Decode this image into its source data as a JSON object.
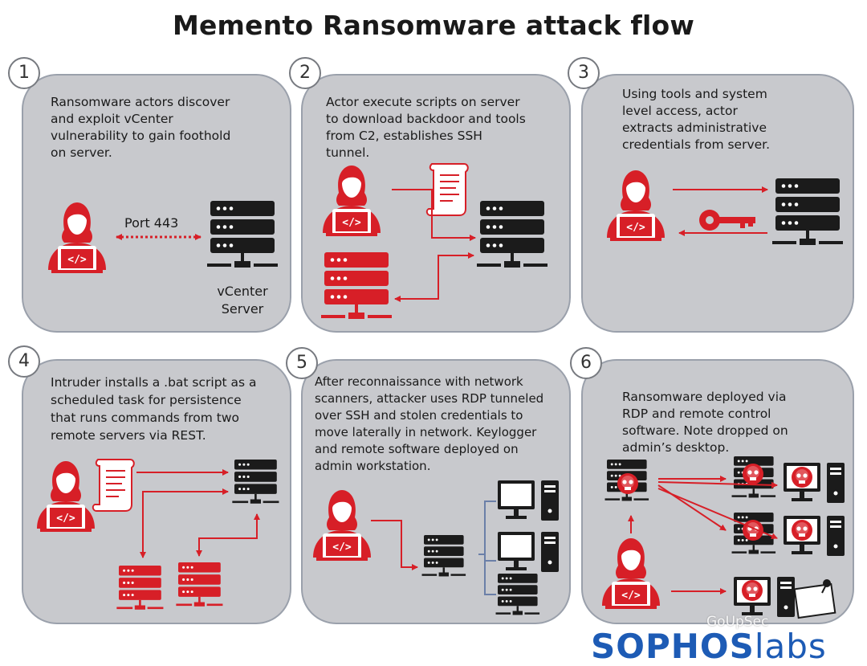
{
  "title": "Memento Ransomware attack flow",
  "colors": {
    "panel": "#c8c9cd",
    "accent": "#d71f27",
    "dark": "#1b1b1b",
    "brand": "#1d5bb5"
  },
  "steps": [
    {
      "number": "1",
      "text": "Ransomware actors discover\nand exploit vCenter\nvulnerability to gain foothold\non server.",
      "port_label": "Port 443",
      "server_label": "vCenter\nServer"
    },
    {
      "number": "2",
      "text": "Actor execute scripts on server\nto download backdoor and tools\nfrom C2, establishes SSH\ntunnel."
    },
    {
      "number": "3",
      "text": "Using tools and system\nlevel access, actor\nextracts administrative\ncredentials from server."
    },
    {
      "number": "4",
      "text": "Intruder installs a .bat script as a\nscheduled task for persistence\nthat runs commands from two\nremote servers via REST."
    },
    {
      "number": "5",
      "text": "After reconnaissance with network\nscanners, attacker uses RDP tunneled\nover SSH and stolen credentials to\nmove laterally in network. Keylogger\nand remote software deployed on\nadmin workstation."
    },
    {
      "number": "6",
      "text": "Ransomware deployed via\nRDP and remote control\nsoftware. Note dropped on\nadmin’s desktop."
    }
  ],
  "logo": {
    "part1": "SOPHOS",
    "part2": "labs"
  },
  "watermark": "GoUpSec"
}
